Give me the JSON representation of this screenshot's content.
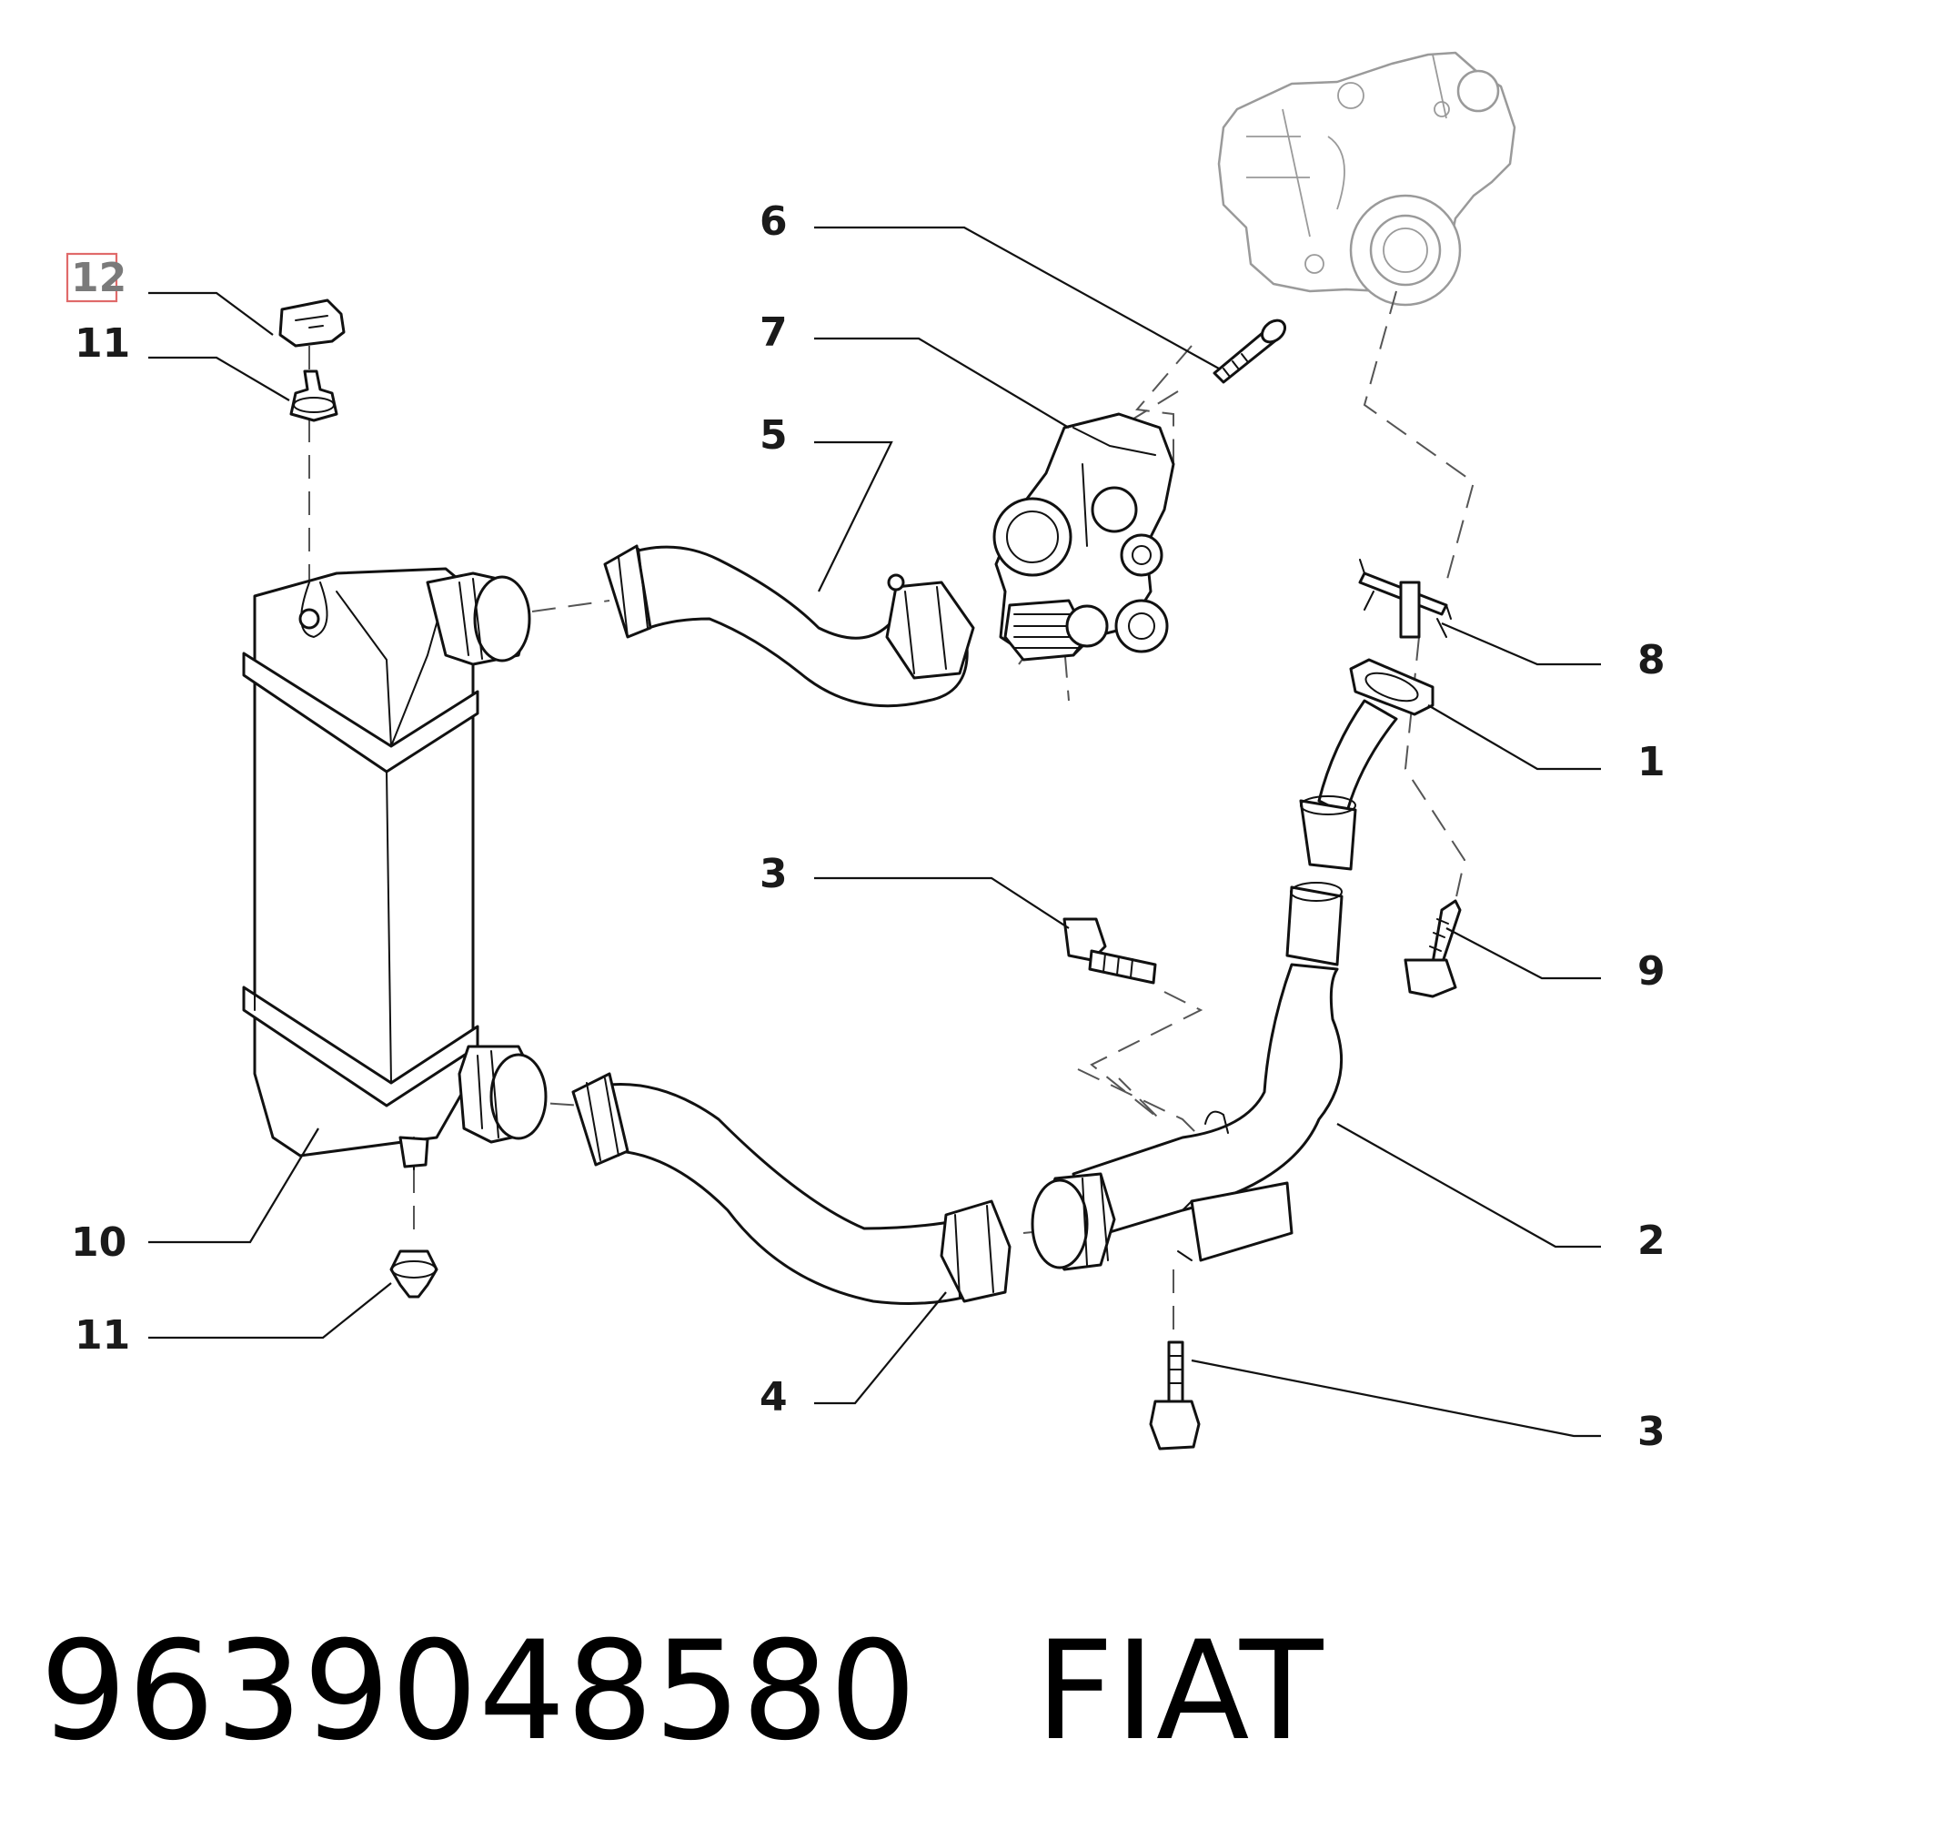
{
  "diagram": {
    "callouts": [
      "12",
      "11",
      "11",
      "10",
      "6",
      "7",
      "5",
      "3",
      "4",
      "8",
      "1",
      "9",
      "2",
      "3"
    ],
    "highlighted_callout": "12"
  },
  "footer": {
    "part_number": "9639048580",
    "brand": "FIAT"
  },
  "colors": {
    "line": "#111111",
    "ghost_part": "#9a9a9a",
    "highlight_box": "#e06a6a"
  }
}
